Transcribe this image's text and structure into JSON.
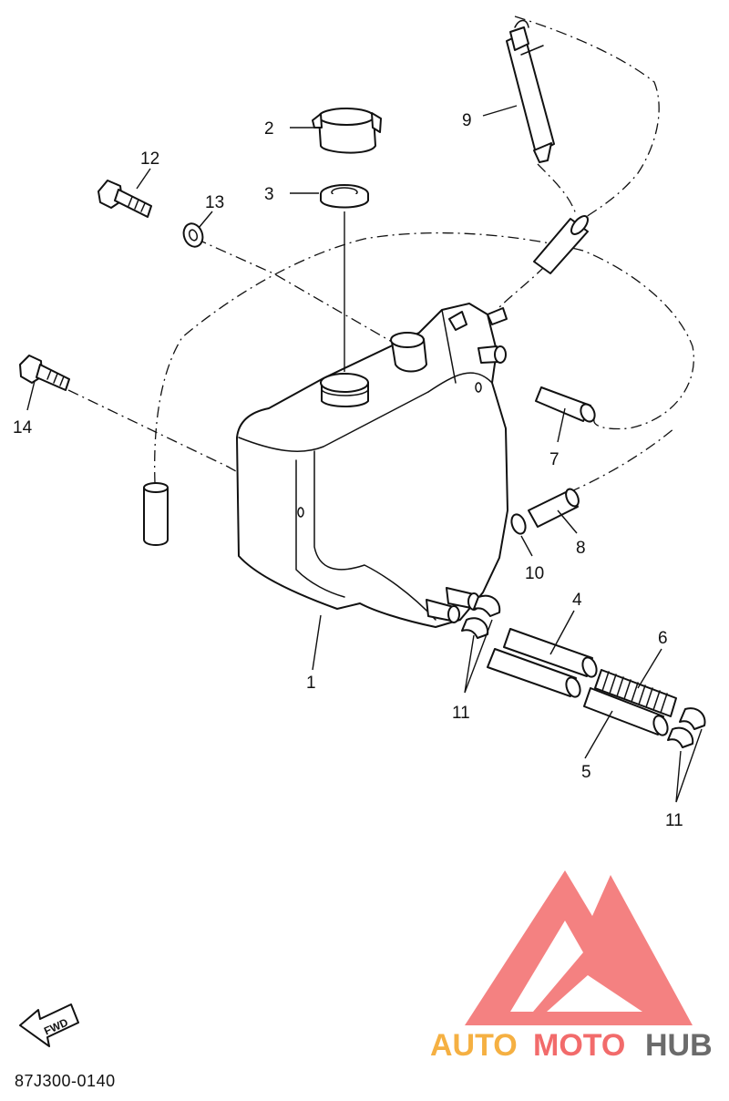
{
  "callouts": {
    "c1": "1",
    "c2": "2",
    "c3": "3",
    "c4": "4",
    "c5": "5",
    "c6": "6",
    "c7": "7",
    "c8": "8",
    "c9": "9",
    "c10": "10",
    "c11a": "11",
    "c11b": "11",
    "c12": "12",
    "c13": "13",
    "c14": "14"
  },
  "fwd_label": "FWD",
  "drawing_code": "87J300-0140",
  "watermark": {
    "text_a": "AUTO",
    "text_b": "MOTO",
    "text_c": "HUB",
    "color_red": "#f26b6b",
    "color_orange": "#f5b042",
    "color_gray": "#6b6b6b"
  }
}
